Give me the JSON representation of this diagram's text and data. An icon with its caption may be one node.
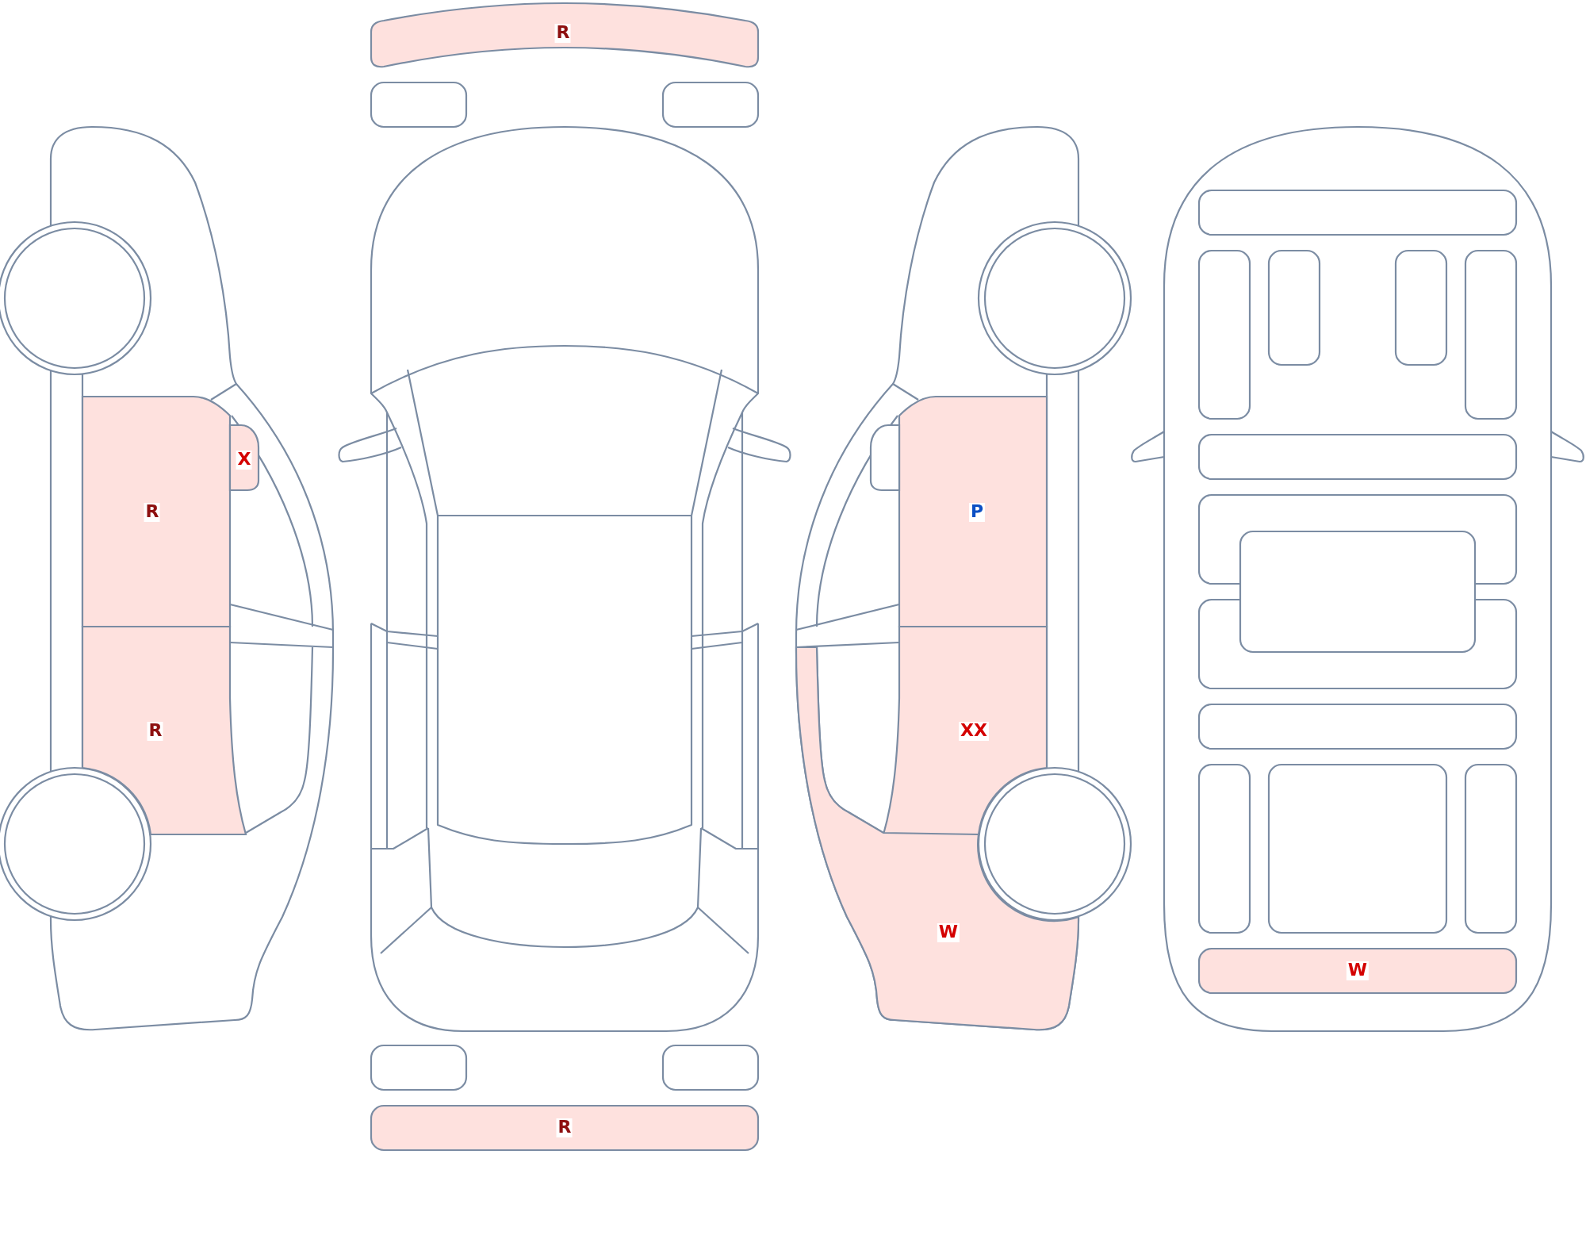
{
  "diagram": {
    "nodes": [
      {
        "text": [
          "R"
        ]
      },
      {
        "text": [],
        "shape": "box"
      },
      {
        "text": [],
        "shape": "box"
      },
      {
        "text": [],
        "shape": "box"
      },
      {
        "text": [],
        "shape": "box"
      },
      {
        "text": [],
        "shape": "box"
      },
      {
        "text": [],
        "shape": "box"
      },
      {
        "text": [],
        "shape": "box"
      },
      {
        "text": [
          "R"
        ]
      },
      {
        "text": [
          "P"
        ]
      },
      {
        "text": [
          "X"
        ]
      },
      {
        "text": [],
        "shape": "box"
      },
      {
        "text": [],
        "shape": "box"
      },
      {
        "text": [],
        "shape": "box"
      },
      {
        "text": [],
        "shape": "box"
      },
      {
        "text": [],
        "shape": "box"
      },
      {
        "text": [
          "R"
        ]
      },
      {
        "text": [
          "XX"
        ]
      },
      {
        "text": [
          "W"
        ]
      },
      {
        "text": [],
        "shape": "box"
      },
      {
        "text": [],
        "shape": "box"
      },
      {
        "text": [],
        "shape": "box"
      },
      {
        "text": [],
        "shape": "box"
      },
      {
        "text": [
          "W"
        ]
      },
      {
        "text": [],
        "shape": "box"
      },
      {
        "text": [],
        "shape": "box"
      },
      {
        "text": [
          "R"
        ]
      }
    ]
  }
}
